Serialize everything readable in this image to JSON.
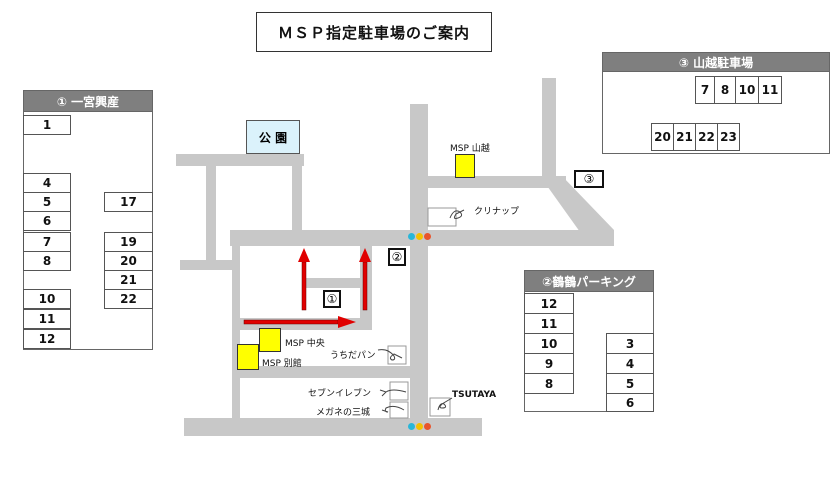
{
  "title": "ＭＳＰ指定駐車場のご案内",
  "park": "公 園",
  "lot1": {
    "header": "① 一宮興産",
    "left": [
      "1",
      "",
      "4",
      "5",
      "6",
      "7",
      "8",
      "",
      "10",
      "11",
      "12"
    ],
    "right": [
      "17",
      "",
      "19",
      "20",
      "21",
      "22"
    ]
  },
  "lot2": {
    "header": "②鶴鶴パーキング",
    "left": [
      "12",
      "11",
      "10",
      "9",
      "8"
    ],
    "right": [
      "3",
      "4",
      "5",
      "6"
    ]
  },
  "lot3": {
    "header": "③ 山越駐車場",
    "top": [
      "7",
      "8",
      "10",
      "11"
    ],
    "bottom": [
      "20",
      "21",
      "22",
      "23"
    ]
  },
  "markers": {
    "m1": "①",
    "m2": "②",
    "m3": "③"
  },
  "labels": {
    "msp_yamakoshi": "MSP 山越",
    "msp_chuo": "MSP 中央",
    "msp_bekkan": "MSP 別館",
    "clinap": "クリナップ",
    "uchida": "うちだパン",
    "seven": "セブンイレブン",
    "megane": "メガネの三城",
    "tsutaya": "TSUTAYA"
  },
  "colors": {
    "road": "#c8c8c8",
    "arrow": "#e00000",
    "building": "#ffff00",
    "park": "#dbf2fb",
    "header": "#7f7f7f",
    "signal_blue": "#29b6d8",
    "signal_yellow": "#f5c000",
    "signal_red": "#e8542c"
  }
}
